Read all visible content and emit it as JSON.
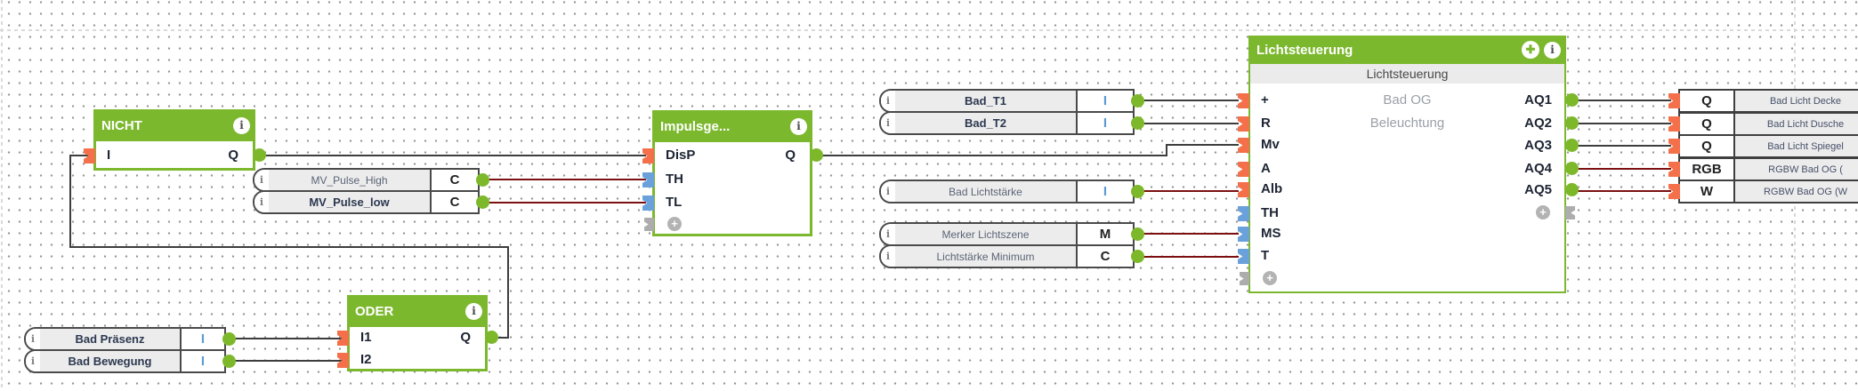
{
  "icons": {
    "info": "i",
    "add": "+",
    "move": "✚"
  },
  "colors": {
    "block_green": "#7cb82e",
    "connector_orange": "#f3704a",
    "connector_blue": "#6ba1da",
    "connector_gray": "#adadad",
    "wire_black": "#3d3d3d",
    "wire_dark_red": "#7c0f0f",
    "ref_background": "#ececec"
  },
  "blocks": {
    "nicht": {
      "title": "NICHT",
      "input": "I",
      "output": "Q"
    },
    "impulsgeber": {
      "title": "Impulsge...",
      "inputs": [
        "DisP",
        "TH",
        "TL"
      ],
      "output": "Q"
    },
    "oder": {
      "title": "ODER",
      "inputs": [
        "I1",
        "I2"
      ],
      "output": "Q"
    },
    "lichtsteuerung": {
      "title": "Lichtsteuerung",
      "subtitle": "Lichtsteuerung",
      "description_line1": "Bad OG",
      "description_line2": "Beleuchtung",
      "inputs": [
        "+",
        "R",
        "Mv",
        "A",
        "Alb",
        "TH",
        "MS",
        "T"
      ],
      "outputs": [
        "AQ1",
        "AQ2",
        "AQ3",
        "AQ4",
        "AQ5"
      ]
    }
  },
  "input_refs": [
    {
      "label": "MV_Pulse_High",
      "type": "C"
    },
    {
      "label": "MV_Pulse_low",
      "type": "C"
    },
    {
      "label": "Bad_T1",
      "type": "I"
    },
    {
      "label": "Bad_T2",
      "type": "I"
    },
    {
      "label": "Bad Lichtstärke",
      "type": "I"
    },
    {
      "label": "Merker Lichtszene",
      "type": "M"
    },
    {
      "label": "Lichtstärke Minimum",
      "type": "C"
    },
    {
      "label": "Bad Präsenz",
      "type": "I"
    },
    {
      "label": "Bad Bewegung",
      "type": "I"
    }
  ],
  "output_refs": [
    {
      "type": "Q",
      "label": "Bad Licht Decke"
    },
    {
      "type": "Q",
      "label": "Bad Licht Dusche"
    },
    {
      "type": "Q",
      "label": "Bad Licht Spiegel"
    },
    {
      "type": "RGB",
      "label": "RGBW Bad OG ("
    },
    {
      "type": "W",
      "label": "RGBW Bad OG (W"
    }
  ]
}
